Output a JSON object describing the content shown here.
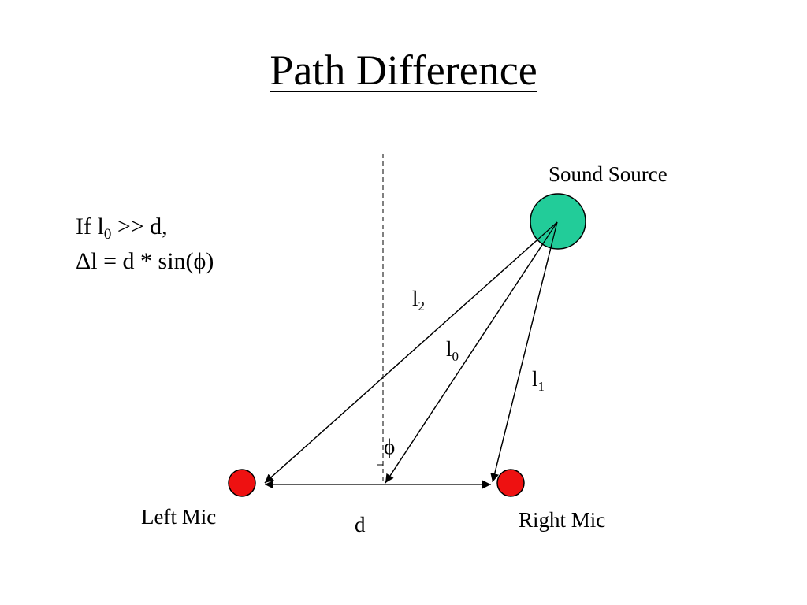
{
  "slide": {
    "title": "Path Difference",
    "condition": {
      "line1_prefix": "If l",
      "line1_sub": "0",
      "line1_suffix": " >> d,",
      "line2": "Δl = d * sin(ϕ)"
    }
  },
  "diagram": {
    "source_label": "Sound Source",
    "left_mic_label": "Left Mic",
    "right_mic_label": "Right Mic",
    "baseline_label": "d",
    "angle_label": "ϕ",
    "path_l2": {
      "base": "l",
      "sub": "2"
    },
    "path_l0": {
      "base": "l",
      "sub": "0"
    },
    "path_l1": {
      "base": "l",
      "sub": "1"
    },
    "colors": {
      "source": "#22cc99",
      "mic": "#ee1111",
      "stroke": "#000000"
    }
  }
}
